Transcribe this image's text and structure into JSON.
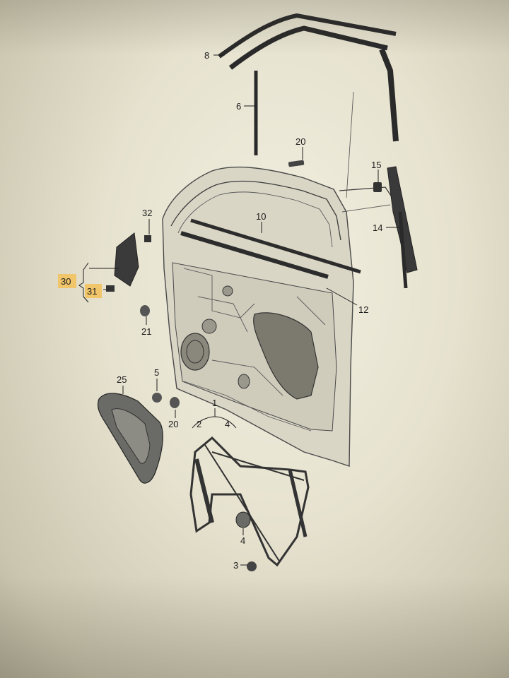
{
  "callouts": {
    "c8": "8",
    "c6": "6",
    "c20a": "20",
    "c15": "15",
    "c14": "14",
    "c32": "32",
    "c10": "10",
    "c30": "30",
    "c31": "31",
    "c12": "12",
    "c21": "21",
    "c25": "25",
    "c5": "5",
    "c20b": "20",
    "c1": "1",
    "c2": "2",
    "c4a": "4",
    "c4b": "4",
    "c3": "3"
  },
  "colors": {
    "highlight": "#f1c56a",
    "part_dark": "#2e2e2e",
    "paper": "#ece9d8"
  }
}
